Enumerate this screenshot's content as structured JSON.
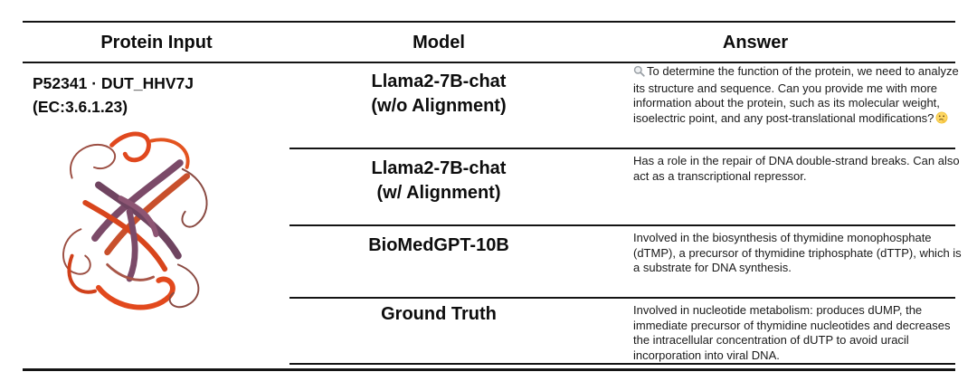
{
  "table": {
    "headers": {
      "protein_input": "Protein Input",
      "model": "Model",
      "answer": "Answer"
    },
    "protein": {
      "accession": "P52341 · DUT_HHV7J",
      "ec_number": "(EC:3.6.1.23)",
      "image_alt": "protein-ribbon-structure",
      "ribbon_colors": [
        "#e0481e",
        "#c8502c",
        "#7b4a68",
        "#8d5573",
        "#9c4f43"
      ]
    },
    "rows": [
      {
        "model_line1": "Llama2-7B-chat",
        "model_line2": "(w/o Alignment)",
        "answer_leading_icon": "🔍",
        "answer": "To determine the function of the protein, we need to analyze its structure and sequence. Can you provide me with more information about the protein, such as its molecular weight, isoelectric point, and any post-translational modifications?",
        "answer_trailing_emoji": "🤔"
      },
      {
        "model_line1": "Llama2-7B-chat",
        "model_line2": "(w/ Alignment)",
        "answer": "Has a role in the repair of DNA double-strand breaks. Can also act as a transcriptional repressor."
      },
      {
        "model_line1": "BioMedGPT-10B",
        "model_line2": "",
        "answer": "Involved in the biosynthesis of thymidine monophosphate (dTMP), a precursor of thymidine triphosphate (dTTP), which is a substrate for DNA synthesis."
      },
      {
        "model_line1": "Ground Truth",
        "model_line2": "",
        "answer": "Involved in nucleotide metabolism: produces dUMP, the immediate precursor of thymidine nucleotides and decreases the intracellular concentration of dUTP to avoid uracil incorporation into viral DNA."
      }
    ]
  }
}
